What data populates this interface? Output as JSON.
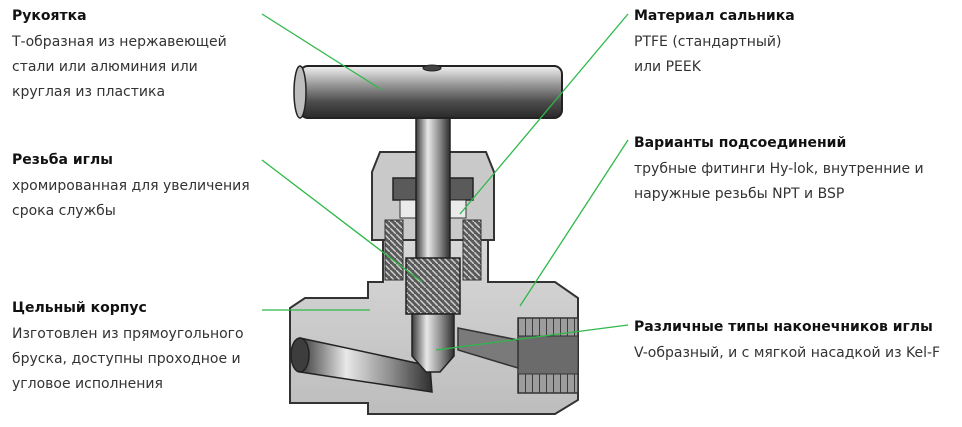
{
  "labels": [
    {
      "title": "Рукоятка",
      "desc": "Т-образная из нержавеющей\nстали или алюминия или\nкруглая из пластика"
    },
    {
      "title": "Резьба иглы",
      "desc": "хромированная для увеличения\nсрока службы"
    },
    {
      "title": "Цельный корпус",
      "desc": "Изготовлен из прямоугольного\nбруска, доступны проходное и\nугловое исполнения"
    },
    {
      "title": "Материал сальника",
      "desc": "PTFE (стандартный)\nили PEEK"
    },
    {
      "title": "Варианты подсоединений",
      "desc": "трубные фитинги Hy-lok, внутренние и\nнаружные резьбы NPT и BSP"
    },
    {
      "title": "Различные типы наконечников иглы",
      "desc": "V-образный, и с мягкой насадкой из Kel-F"
    }
  ],
  "colors": {
    "leader": "#2fb84a",
    "metal": "#9a9a9a",
    "section": "#c8c8c8",
    "outline": "#2a2a2a"
  }
}
